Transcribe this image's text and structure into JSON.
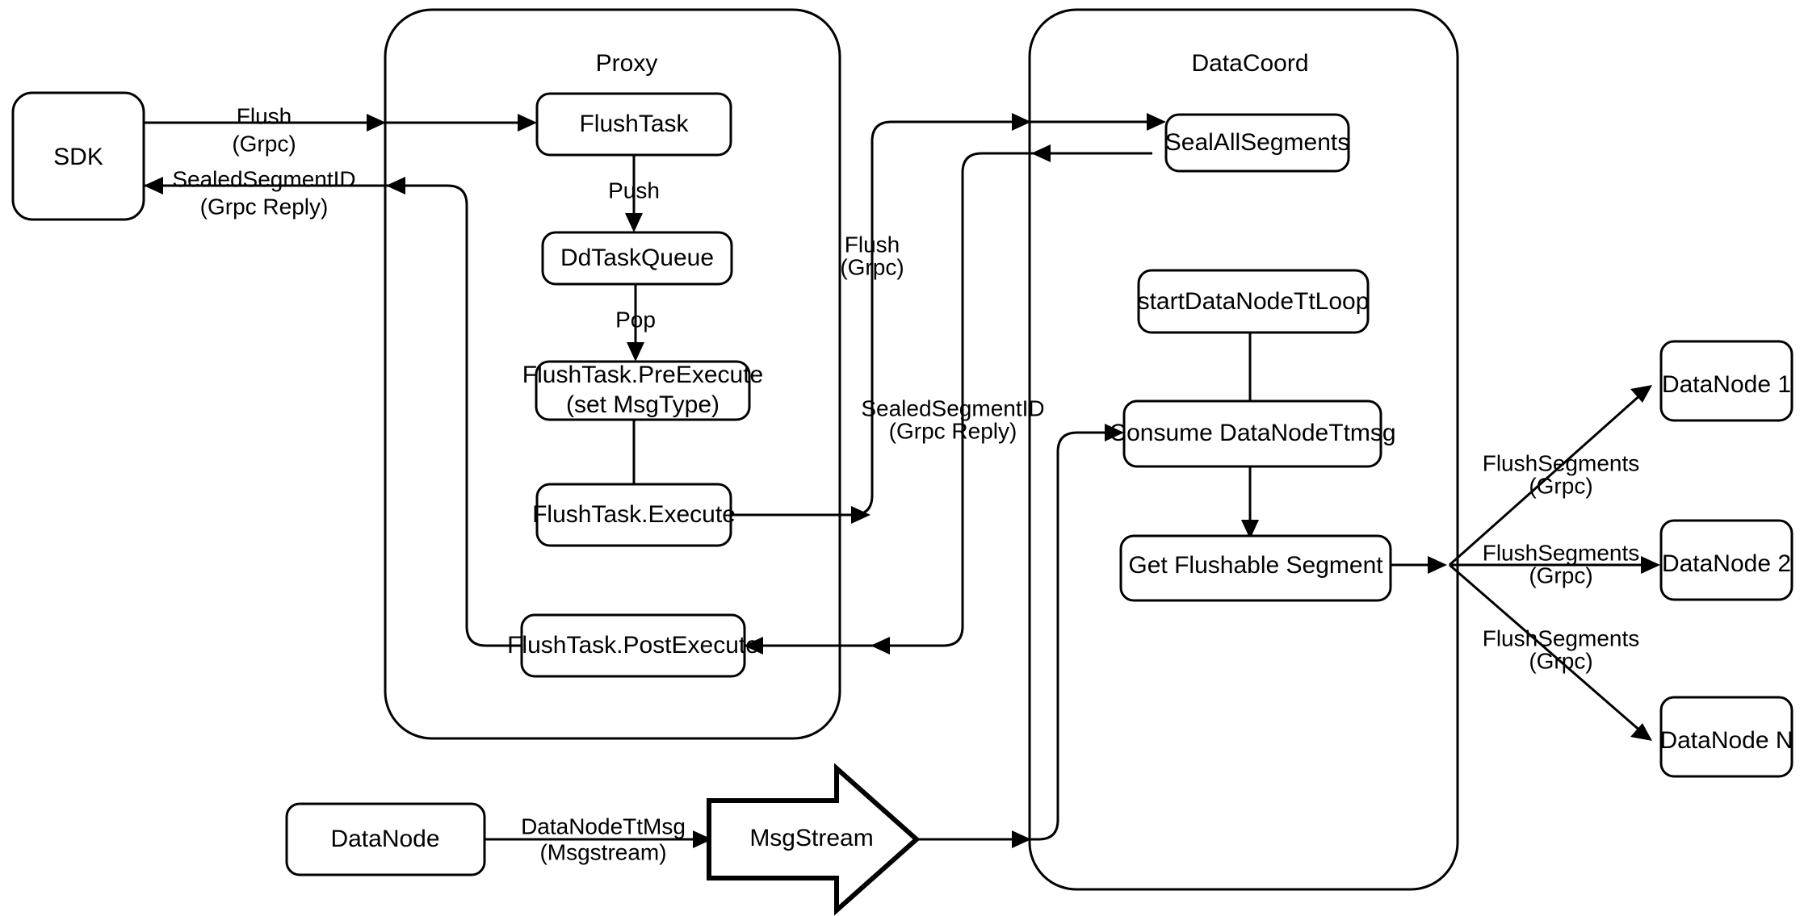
{
  "diagram": {
    "title": "Milvus Flush Flow",
    "type": "flowchart",
    "background": "#ffffff",
    "stroke": "#000000"
  },
  "containers": [
    {
      "id": "proxy",
      "label": "Proxy"
    },
    {
      "id": "datacoord",
      "label": "DataCoord"
    }
  ],
  "nodes": [
    {
      "id": "sdk",
      "label": "SDK"
    },
    {
      "id": "flushtask",
      "label": "FlushTask"
    },
    {
      "id": "ddtaskqueue",
      "label": "DdTaskQueue"
    },
    {
      "id": "preexecute_l1",
      "label": "FlushTask.PreExecute"
    },
    {
      "id": "preexecute_l2",
      "label": "(set MsgType)"
    },
    {
      "id": "execute",
      "label": "FlushTask.Execute"
    },
    {
      "id": "postexecute",
      "label": "FlushTask.PostExecute"
    },
    {
      "id": "sealallsegments",
      "label": "SealAllSegments"
    },
    {
      "id": "startdatanodettloop",
      "label": "startDataNodeTtLoop"
    },
    {
      "id": "consumedatanodettmsg",
      "label": "Consume DataNodeTtmsg"
    },
    {
      "id": "getflushablesegment",
      "label": "Get Flushable Segment"
    },
    {
      "id": "datanode1",
      "label": "DataNode 1"
    },
    {
      "id": "datanode2",
      "label": "DataNode 2"
    },
    {
      "id": "datanoden",
      "label": "DataNode N"
    },
    {
      "id": "datanode_bottom",
      "label": "DataNode"
    },
    {
      "id": "msgstream",
      "label": "MsgStream"
    }
  ],
  "edge_labels": {
    "sdk_to_proxy_l1": "Flush",
    "sdk_to_proxy_l2": "(Grpc)",
    "proxy_to_sdk_l1": "SealedSegmentID",
    "proxy_to_sdk_l2": "(Grpc Reply)",
    "push": "Push",
    "pop": "Pop",
    "proxy_to_coord_l1": "Flush",
    "proxy_to_coord_l2": "(Grpc)",
    "coord_to_proxy_l1": "SealedSegmentID",
    "coord_to_proxy_l2": "(Grpc Reply)",
    "datanode_ttmsg_l1": "DataNodeTtMsg",
    "datanode_ttmsg_l2": "(Msgstream)",
    "flushseg1_l1": "FlushSegments",
    "flushseg1_l2": "(Grpc)",
    "flushseg2_l1": "FlushSegments",
    "flushseg2_l2": "(Grpc)",
    "flushsegn_l1": "FlushSegments",
    "flushsegn_l2": "(Grpc)"
  }
}
